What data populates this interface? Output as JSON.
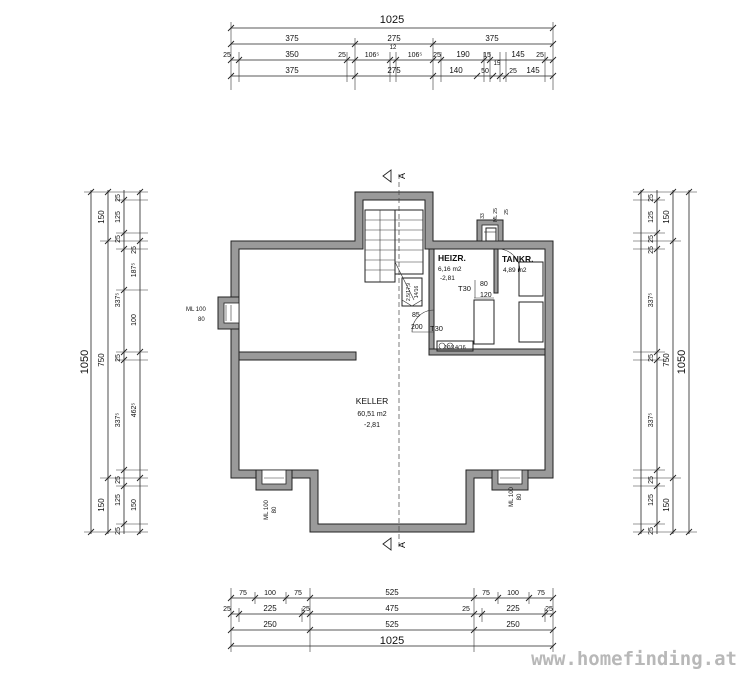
{
  "top_dims": {
    "total": "1025",
    "row1": [
      "375",
      "275",
      "375"
    ],
    "row2": [
      "25",
      "350",
      "25",
      "106⁵",
      "12",
      "106⁵",
      "25",
      "190",
      "15",
      "145",
      "25"
    ],
    "row2_small": "12",
    "row3": [
      "375",
      "275",
      "140",
      "50",
      "15",
      "25",
      "145"
    ]
  },
  "bottom_dims": {
    "total": "1025",
    "row1": [
      "75",
      "100",
      "75",
      "525",
      "75",
      "100",
      "75"
    ],
    "row2": [
      "25",
      "225",
      "25",
      "475",
      "25",
      "225",
      "25"
    ],
    "row3": [
      "250",
      "525",
      "250"
    ]
  },
  "left_dims": {
    "total": "1050",
    "middle": "750",
    "outer": [
      "150",
      "25",
      "125",
      "25",
      "25",
      "187⁵",
      "337⁵",
      "100",
      "25",
      "337⁵",
      "462⁵",
      "150",
      "125",
      "25",
      "25",
      "150"
    ]
  },
  "right_dims": {
    "total": "1050",
    "middle": "750",
    "outer": [
      "25",
      "125",
      "25",
      "150",
      "25",
      "337⁵",
      "25",
      "337⁵",
      "25",
      "125",
      "150",
      "25"
    ]
  },
  "section_markers": {
    "top": "A",
    "bottom": "A"
  },
  "rooms": {
    "keller": {
      "name": "KELLER",
      "area": "60,51 m2",
      "level": "-2,81"
    },
    "heizr": {
      "name": "HEIZR.",
      "area": "6,16 m2",
      "level": "-2,81"
    },
    "tankr": {
      "name": "TANKR.",
      "area": "4,89 m2"
    }
  },
  "labels": {
    "t30_a": "T30",
    "t30_b": "T30",
    "door_80": "80",
    "door_120": "120",
    "door_85": "85",
    "door_200": "200",
    "ml_left": "ML 100",
    "ml_left_sub": "80",
    "ml_bl": "ML 100",
    "ml_bl_sub": "80",
    "ml_br": "ML 100",
    "ml_br_sub": "80",
    "ml_top": "ML 25",
    "ml_top_a": "33",
    "ml_top_b": "25",
    "stair_a": "2,5/17,9",
    "stair_b": "14/16",
    "heater": "10/14/16"
  },
  "watermark": "www.homefinding.at"
}
